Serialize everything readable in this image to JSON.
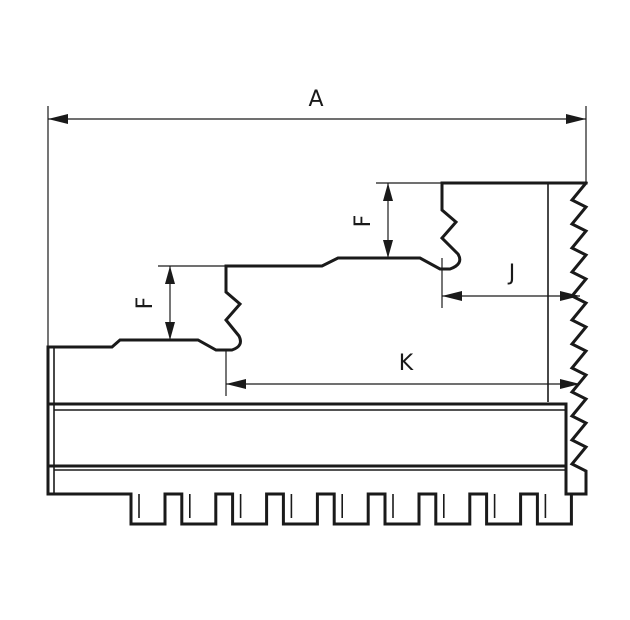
{
  "diagram": {
    "dimensions": {
      "a": "A",
      "f_lower": "F",
      "f_upper": "F",
      "j": "J",
      "k": "K"
    },
    "colors": {
      "line": "#1a1a1a",
      "background": "#ffffff"
    }
  }
}
